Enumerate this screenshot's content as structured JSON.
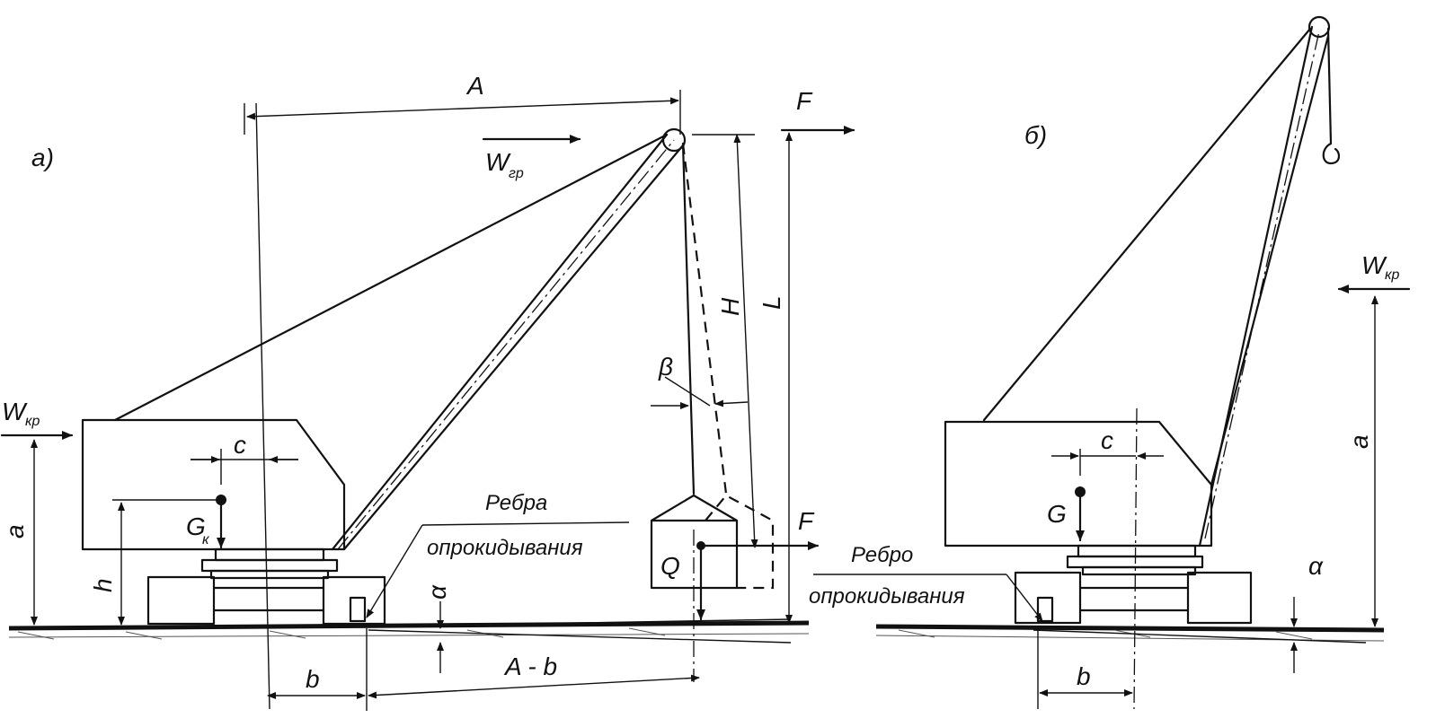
{
  "left_view": {
    "panel_label": "а)",
    "dim_boom_reach": "A",
    "wind_load_label": "W",
    "wind_load_label_sub": "гр",
    "horizontal_force_top": "F",
    "horizontal_force_load": "F",
    "dim_height_h_cap": "H",
    "dim_length": "L",
    "angle_beta": "β",
    "crane_wind_label": "W",
    "crane_wind_label_sub": "кр",
    "dim_c": "c",
    "dim_a": "a",
    "weight_label": "G",
    "weight_label_sub": "к",
    "dim_h": "h",
    "load_label": "Q",
    "tipping_edge_line1": "Ребра",
    "tipping_edge_line2": "опрокидывания",
    "angle_alpha": "α",
    "dim_b": "b",
    "dim_a_minus_b": "A - b"
  },
  "right_view": {
    "panel_label": "б)",
    "crane_wind_label": "W",
    "crane_wind_label_sub": "кр",
    "dim_c": "c",
    "weight_label": "G",
    "dim_a": "a",
    "tipping_edge_line1": "Ребро",
    "tipping_edge_line2": "опрокидывания",
    "angle_alpha": "α",
    "dim_b": "b"
  }
}
